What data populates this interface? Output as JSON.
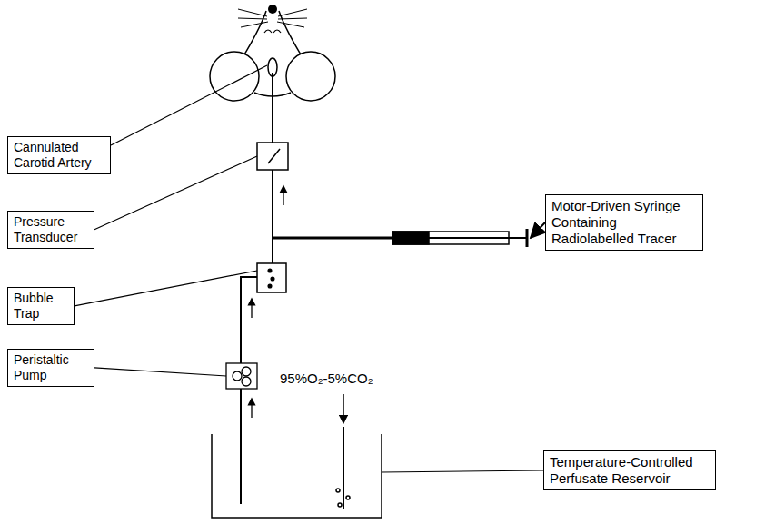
{
  "diagram": {
    "nodes": [
      {
        "text": [
          "Cannulated Carotid Artery"
        ]
      },
      {
        "text": [
          "Pressure Transducer"
        ]
      },
      {
        "text": [
          "Bubble Trap"
        ]
      },
      {
        "text": [
          "Peristaltic Pump"
        ]
      },
      {
        "text": [
          "Motor-Driven Syringe Containing Radiolabelled Tracer"
        ]
      },
      {
        "text": [
          "Temperature-Controlled Perfusate Reservoir"
        ]
      }
    ],
    "labels": [
      "95%O₂-5%CO₂"
    ]
  }
}
